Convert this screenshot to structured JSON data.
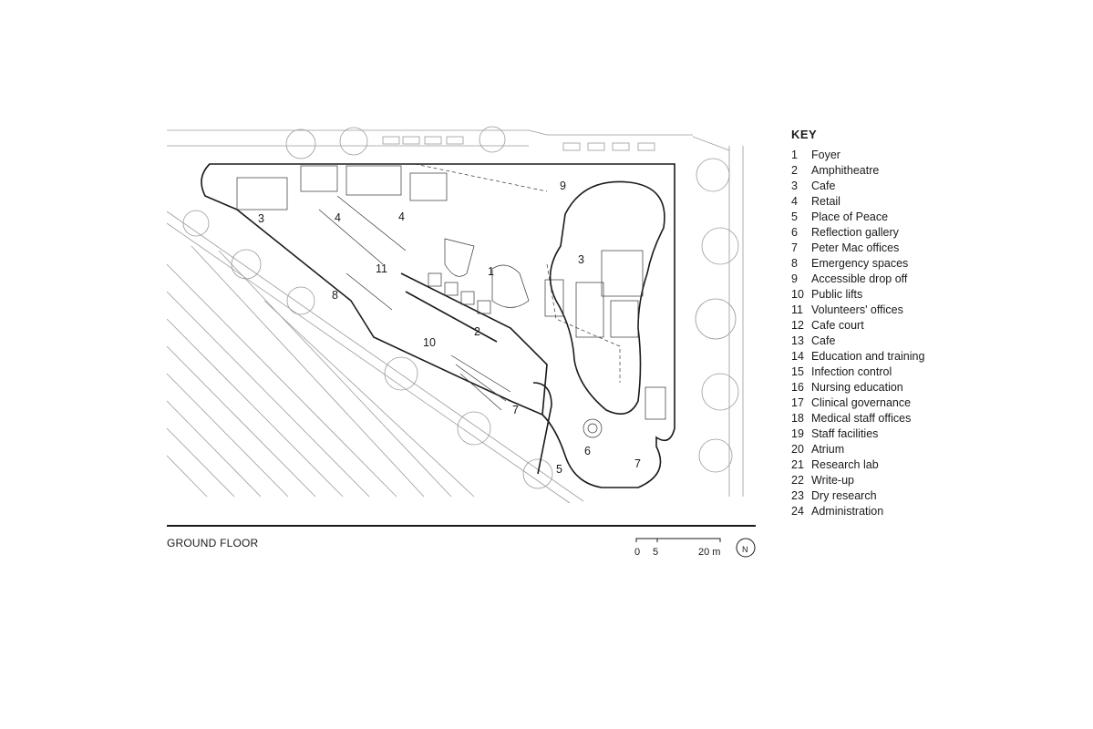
{
  "key": {
    "title": "KEY",
    "items": [
      {
        "num": "1",
        "label": "Foyer"
      },
      {
        "num": "2",
        "label": "Amphitheatre"
      },
      {
        "num": "3",
        "label": "Cafe"
      },
      {
        "num": "4",
        "label": "Retail"
      },
      {
        "num": "5",
        "label": "Place of Peace"
      },
      {
        "num": "6",
        "label": "Reflection gallery"
      },
      {
        "num": "7",
        "label": "Peter Mac offices"
      },
      {
        "num": "8",
        "label": "Emergency spaces"
      },
      {
        "num": "9",
        "label": "Accessible drop off"
      },
      {
        "num": "10",
        "label": "Public lifts"
      },
      {
        "num": "11",
        "label": "Volunteers' offices"
      },
      {
        "num": "12",
        "label": "Cafe court"
      },
      {
        "num": "13",
        "label": "Cafe"
      },
      {
        "num": "14",
        "label": "Education and training"
      },
      {
        "num": "15",
        "label": "Infection control"
      },
      {
        "num": "16",
        "label": "Nursing education"
      },
      {
        "num": "17",
        "label": "Clinical governance"
      },
      {
        "num": "18",
        "label": "Medical staff offices"
      },
      {
        "num": "19",
        "label": "Staff facilities"
      },
      {
        "num": "20",
        "label": "Atrium"
      },
      {
        "num": "21",
        "label": "Research lab"
      },
      {
        "num": "22",
        "label": "Write-up"
      },
      {
        "num": "23",
        "label": "Dry research"
      },
      {
        "num": "24",
        "label": "Administration"
      }
    ]
  },
  "plan_labels": {
    "l1": "1",
    "l2": "2",
    "l3a": "3",
    "l3b": "3",
    "l4a": "4",
    "l4b": "4",
    "l5": "5",
    "l6": "6",
    "l7a": "7",
    "l7b": "7",
    "l8": "8",
    "l9": "9",
    "l10": "10",
    "l11": "11"
  },
  "floor_label": "GROUND FLOOR",
  "scale": {
    "zero": "0",
    "five": "5",
    "twenty": "20 m"
  },
  "north_label": "N"
}
